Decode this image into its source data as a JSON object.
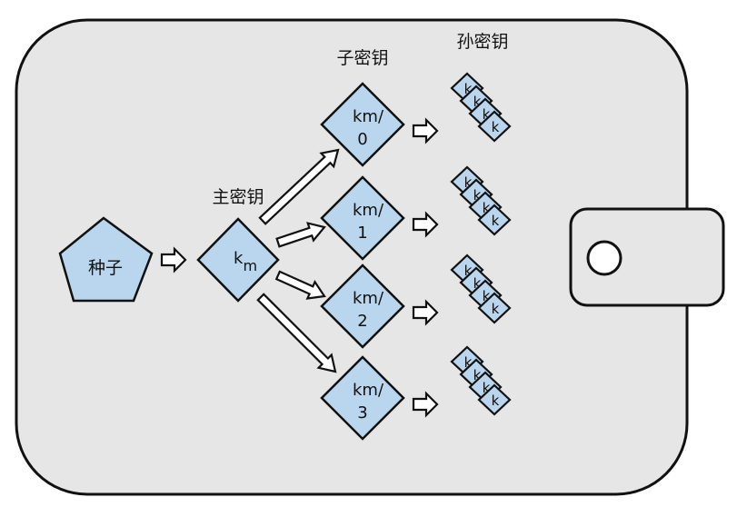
{
  "colors": {
    "wallet_fill": "#e6e6e6",
    "node_fill": "#b9d6ee",
    "stroke": "#111111"
  },
  "labels": {
    "seed": "种子",
    "master_key_title": "主密钥",
    "child_keys_title": "子密钥",
    "grandchild_keys_title": "孙密钥"
  },
  "master_key": {
    "base": "k",
    "sub": "m"
  },
  "child_keys": [
    {
      "top": "km/",
      "index": "0"
    },
    {
      "top": "km/",
      "index": "1"
    },
    {
      "top": "km/",
      "index": "2"
    },
    {
      "top": "km/",
      "index": "3"
    }
  ],
  "grandchild_key_label": "k",
  "icons": [
    "wallet-icon",
    "wallet-clasp-icon"
  ]
}
